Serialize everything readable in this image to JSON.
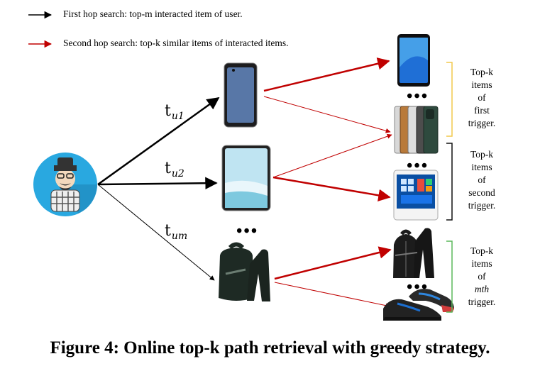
{
  "legend": {
    "first_hop": "First hop search: top-m interacted item of user.",
    "second_hop": "Second hop search: top-k similar items of interacted  items."
  },
  "edges": {
    "t1": {
      "base": "t",
      "sub": "u1"
    },
    "t2": {
      "base": "t",
      "sub": "u2"
    },
    "tm": {
      "base": "t",
      "sub": "um"
    }
  },
  "ellipsis": "•••",
  "groups": [
    {
      "line1": "Top-k",
      "line2": "items",
      "line3": "of",
      "line4": "first",
      "line5": "trigger.",
      "bracket_color": "#f2c94c"
    },
    {
      "line1": "Top-k",
      "line2": "items",
      "line3": "of",
      "line4": "second",
      "line5": "trigger.",
      "bracket_color": "#111111"
    },
    {
      "line1": "Top-k",
      "line2": "items",
      "line3": "of",
      "line4": "mth",
      "line5": "trigger.",
      "bracket_color": "#5cb85c"
    }
  ],
  "caption": "Figure 4: Online top-k path retrieval with greedy strategy.",
  "colors": {
    "first_hop": "#000000",
    "second_hop": "#c00000",
    "avatar_bg": "#29a8e0"
  }
}
